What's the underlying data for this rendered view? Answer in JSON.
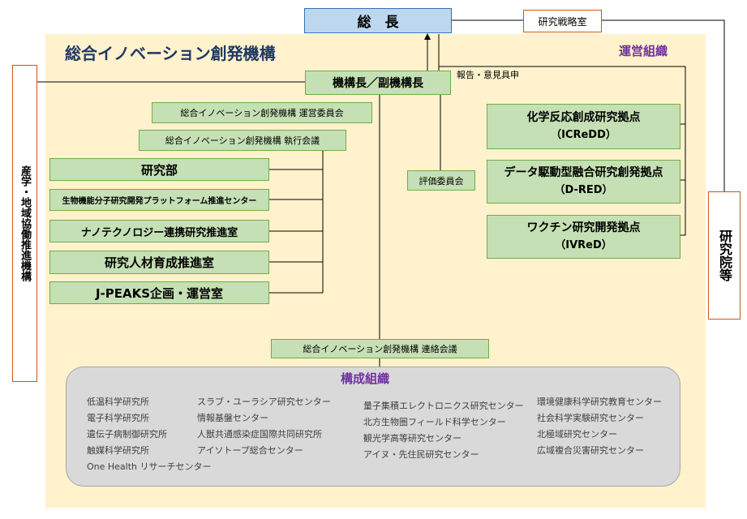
{
  "president": "総　長",
  "strategy_office": "研究戦略室",
  "org_title": "総合イノベーション創発機構",
  "management_label": "運営組織",
  "report_label": "報告・意見具申",
  "director": "機構長／副機構長",
  "steering_committee": "総合イノベーション創発機構  運営委員会",
  "executive_council": "総合イノベーション創発機構  執行会議",
  "evaluation_committee": "評価委員会",
  "left_units": [
    "研究部",
    "生物機能分子研究開発プラットフォーム推進センター",
    "ナノテクノロジー連携研究推進室",
    "研究人材育成推進室",
    "J-PEAKS企画・運営室"
  ],
  "hubs": [
    {
      "name": "化学反応創成研究拠点",
      "code": "（ICReDD）"
    },
    {
      "name": "データ駆動型融合研究創発拠点",
      "code": "（D-RED）"
    },
    {
      "name": "ワクチン研究開発拠点",
      "code": "（IVReD）"
    }
  ],
  "industry_label": "産学・地域協働推進機構",
  "graduate_label": "研究院等",
  "liaison_council": "総合イノベーション創発機構  連絡会議",
  "member_title": "構成組織",
  "members": {
    "col1": [
      "低温科学研究所",
      "電子科学研究所",
      "遺伝子病制御研究所",
      "触媒科学研究所",
      "One Health リサーチセンター"
    ],
    "col2": [
      "スラブ・ユーラシア研究センター",
      "情報基盤センター",
      "人獣共通感染症国際共同研究所",
      "アイソトープ総合センター"
    ],
    "col3": [
      "量子集積エレクトロニクス研究センター",
      "北方生物圏フィールド科学センター",
      "観光学高等研究センター",
      "アイヌ・先住民研究センター"
    ],
    "col4": [
      "環境健康科学研究教育センター",
      "社会科学実験研究センター",
      "北極域研究センター",
      "広域複合災害研究センター"
    ]
  }
}
